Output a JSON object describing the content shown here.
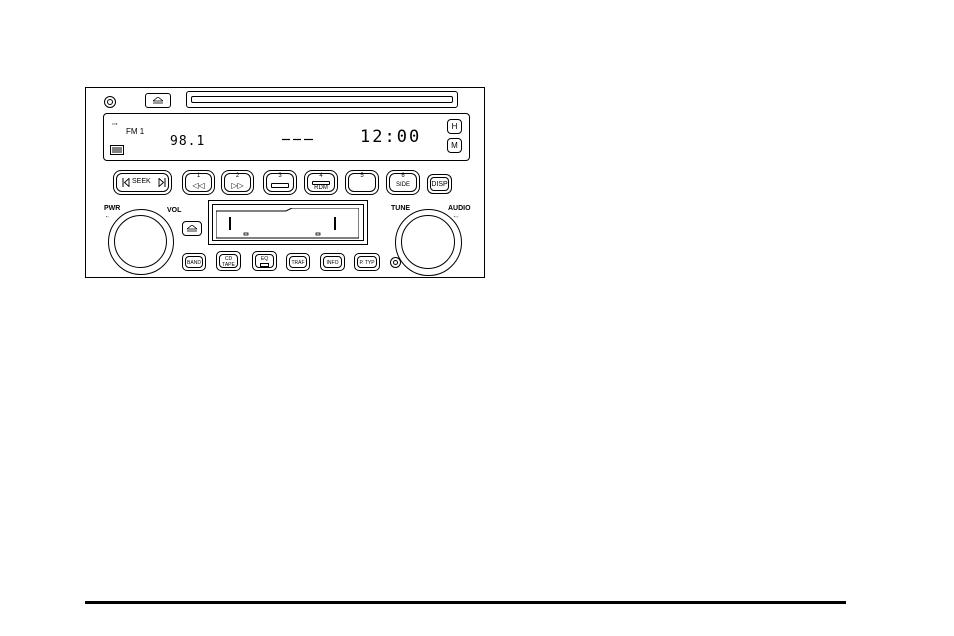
{
  "display": {
    "band": "FM 1",
    "frequency": "98.1",
    "clock": "12:00",
    "h_button": "H",
    "m_button": "M"
  },
  "preset_row": {
    "seek": "SEEK",
    "presets": [
      {
        "number": "1",
        "label": "◁◁"
      },
      {
        "number": "2",
        "label": "▷▷"
      },
      {
        "number": "3",
        "label": ""
      },
      {
        "number": "4",
        "label": "RDM"
      },
      {
        "number": "5",
        "label": ""
      },
      {
        "number": "6",
        "label": "SIDE"
      }
    ],
    "disp": "DISP"
  },
  "knobs": {
    "pwr": "PWR",
    "vol": "VOL",
    "tune": "TUNE",
    "audio": "AUDIO"
  },
  "bottom_buttons": {
    "band": "BAND",
    "cd_tape": [
      "CD",
      "TAPE"
    ],
    "eq": "EQ",
    "traf": "TRAF",
    "info": "INFO",
    "ptyp": "P. TYP"
  }
}
